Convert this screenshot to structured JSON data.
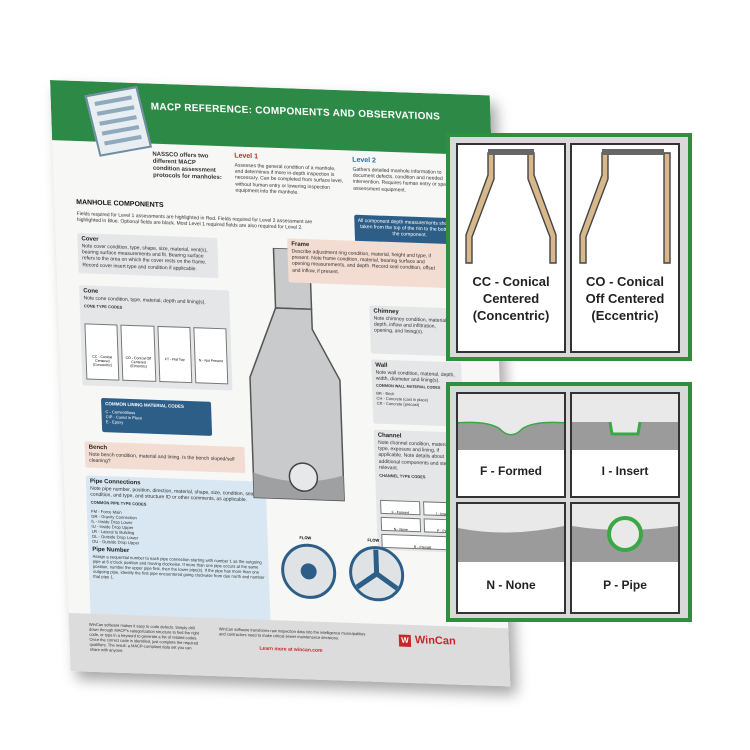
{
  "poster": {
    "title": "MACP REFERENCE: COMPONENTS AND OBSERVATIONS",
    "intro": "NASSCO offers two different MACP condition assessment protocols for manholes:",
    "level1_title": "Level 1",
    "level1_text": "Assesses the general condition of a manhole, and determines if more in-depth inspection is necessary. Can be completed from surface level, without human entry or lowering inspection equipment into the manhole.",
    "level2_title": "Level 2",
    "level2_text": "Gathers detailed manhole information to document defects, condition and needed intervention. Requires human entry or specialized assessment equipment.",
    "section_title": "MANHOLE COMPONENTS",
    "fields_note": "Fields required for Level 1 assessments are highlighted in Red. Fields required for Level 2 assessment are highlighted in Blue. Optional fields are black. Most Level 1 required fields are also required for Level 2.",
    "depth_note": "All component depth measurements should be taken from the top of the rim to the bottom of the component.",
    "cover": {
      "title": "Cover",
      "text": "Note cover condition, type, shape, size, material, vent(s), bearing surface measurements and fit. Bearing surface refers to the area on which the cover rests on the frame. Record cover insert type and condition if applicable."
    },
    "frame": {
      "title": "Frame",
      "text": "Describe adjustment ring condition, material, height and type, if present. Note frame condition, material, bearing surface and opening measurements, and depth. Record seal condition, offset and inflow, if present."
    },
    "cone": {
      "title": "Cone",
      "text": "Note cone condition, type, material, depth and lining(s).",
      "codes_title": "CONE TYPE CODES",
      "codes": [
        "CC - Conical Centered (Concentric)",
        "CO - Conical Off Centered (Eccentric)",
        "FT - Flat Top",
        "N - Not Present"
      ]
    },
    "chimney": {
      "title": "Chimney",
      "text": "Note chimney condition, material, depth, inflow and infiltration, opening, and lining(s)."
    },
    "lining": {
      "title": "COMMON LINING MATERIAL CODES",
      "codes": [
        "C - Cementitious",
        "CIP - Cured in Place",
        "E - Epoxy"
      ]
    },
    "wall": {
      "title": "Wall",
      "text": "Note wall condition, material, depth, width, diameter and lining(s).",
      "codes_title": "COMMON WALL MATERIAL CODES",
      "codes": [
        "BR - Brick",
        "CH - Concrete (cast in place)",
        "CR - Concrete (precast)"
      ]
    },
    "bench": {
      "title": "Bench",
      "text": "Note bench condition, material and lining. Is the bench sloped/self cleaning?"
    },
    "channel": {
      "title": "Channel",
      "text": "Note channel condition, material, type, exposure and lining, if applicable. Note details about additional components and steps as relevant.",
      "codes_title": "CHANNEL TYPE CODES",
      "codes": [
        "F - Formed",
        "I - Insert",
        "N - None",
        "P - Pipe",
        "R - Precast"
      ]
    },
    "pipe": {
      "title": "Pipe Connections",
      "text": "Note pipe number, position, direction, material, shape, size, condition, seal condition, and type, and structure ID or other comments, as applicable.",
      "codes_title": "COMMON PIPE TYPE CODES",
      "codes": [
        "FM - Force Main",
        "GR - Gravity Connection",
        "IL - Inside Drop Lower",
        "IU - Inside Drop Upper",
        "LR - Lateral to Building",
        "OL - Outside Drop Lower",
        "OU - Outside Drop Upper"
      ]
    },
    "pipe_number": {
      "title": "Pipe Number",
      "text": "Assign a sequential number to each pipe connection starting with number 1 as the outgoing pipe at 6 o'clock position and moving clockwise. If more than one pipe occurs at the same position, number the upper pipe first, then the lower pipe(s). If the pipe has more than one outgoing pipe, identify the first pipe encountered going clockwise from due north and number that pipe 1."
    },
    "flow_label": "FLOW",
    "footer_left": "WinCan software makes it easy to code defects. Simply drill down through MACP's categorization structure to find the right code, or type in a keyword to generate a list of related codes. Once the correct code is identified, just complete the required qualifiers. The result: a MACP-compliant data set you can share with anyone.",
    "footer_mid": "WinCan software transforms raw inspection data into the intelligence municipalities and contractors need to make critical sewer maintenance decisions.",
    "footer_link": "Learn more at wincan.com",
    "brand": "WinCan"
  },
  "callout_cone": {
    "items": [
      {
        "label_lines": [
          "CC - Conical",
          "Centered",
          "(Concentric)"
        ]
      },
      {
        "label_lines": [
          "CO - Conical",
          "Off Centered",
          "(Eccentric)"
        ]
      }
    ]
  },
  "callout_channel": {
    "items": [
      {
        "label": "F - Formed"
      },
      {
        "label": "I - Insert"
      },
      {
        "label": "N - None"
      },
      {
        "label": "P - Pipe"
      }
    ]
  },
  "colors": {
    "green": "#2d8a46",
    "callout_border": "#2f8f3f",
    "level1": "#c62828",
    "level2": "#1f6ea8"
  }
}
